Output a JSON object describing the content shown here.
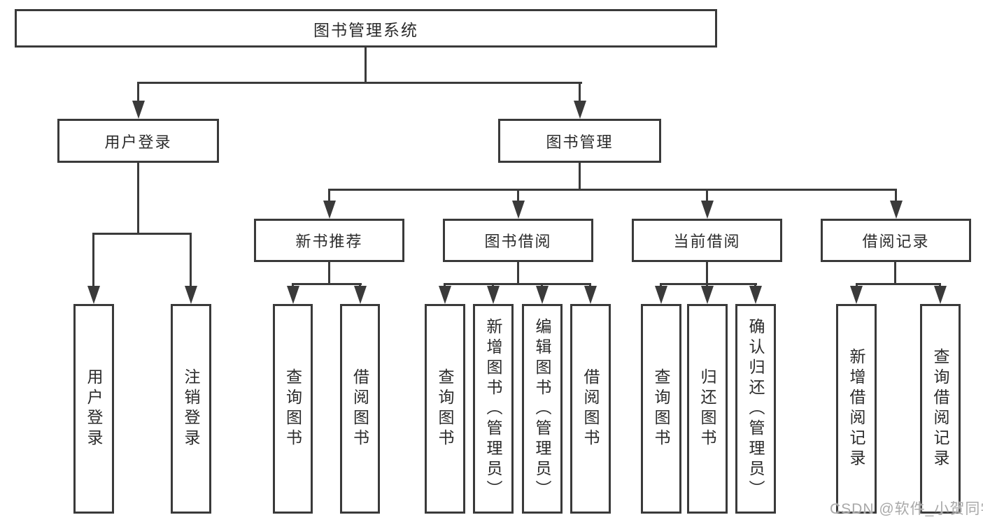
{
  "root": {
    "label": "图书管理系统"
  },
  "user_login": {
    "label": "用户登录",
    "children": [
      "用户登录",
      "注销登录"
    ]
  },
  "book_mgmt": {
    "label": "图书管理",
    "sections": [
      {
        "label": "新书推荐",
        "children": [
          "查询图书",
          "借阅图书"
        ]
      },
      {
        "label": "图书借阅",
        "children": [
          "查询图书",
          "新增图书（管理员）",
          "编辑图书（管理员）",
          "借阅图书"
        ]
      },
      {
        "label": "当前借阅",
        "children": [
          "查询图书",
          "归还图书",
          "确认归还（管理员）"
        ]
      },
      {
        "label": "借阅记录",
        "children": [
          "新增借阅记录",
          "查询借阅记录"
        ]
      }
    ]
  },
  "watermark": "CSDN @软件_小贺同学",
  "colors": {
    "line": "#3a3a3a",
    "text": "#2b2b2b",
    "watermark": "#a9a9a9",
    "background": "#ffffff"
  }
}
